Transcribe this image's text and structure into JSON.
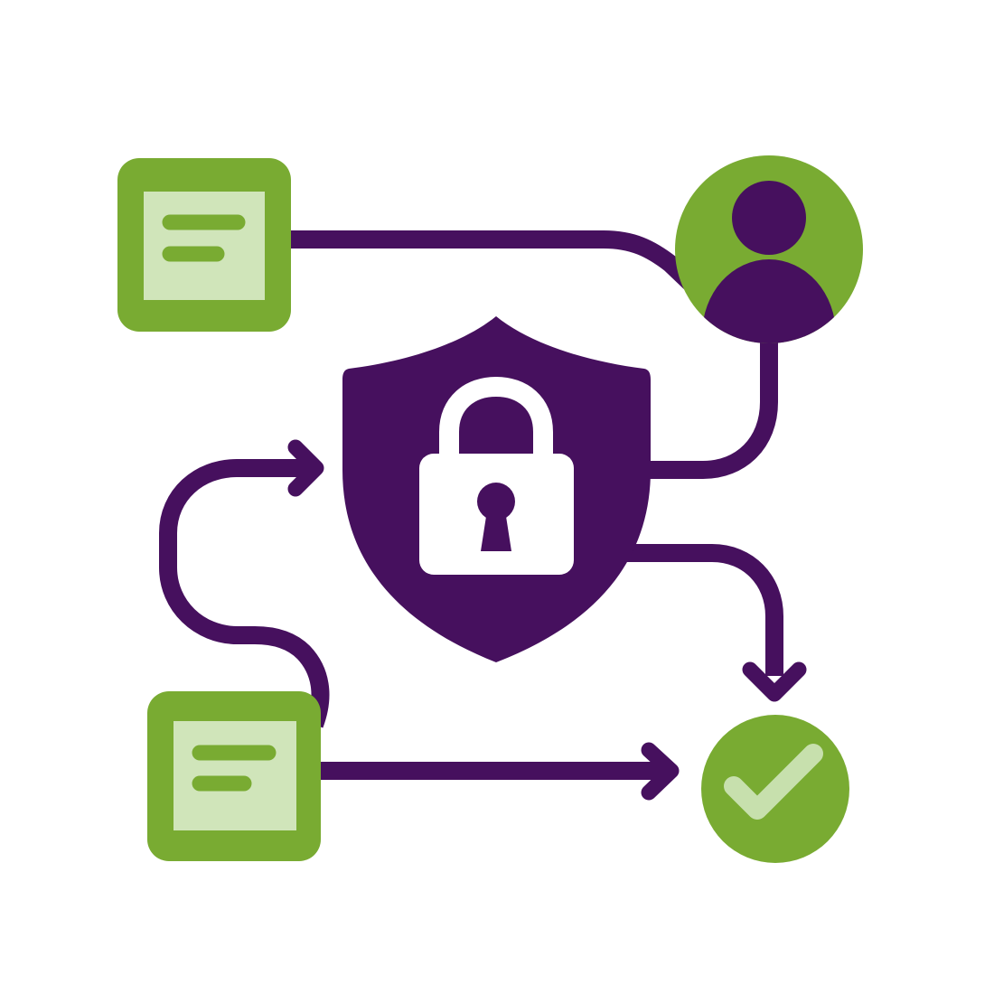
{
  "colors": {
    "purple": "#46105e",
    "green": "#79ab32",
    "light_green": "#d0e5ba",
    "check_green": "#c7e0ad",
    "white": "#ffffff",
    "background": "#ffffff"
  },
  "nodes": {
    "document_top": {
      "icon": "document-icon",
      "lines": 2
    },
    "document_bottom": {
      "icon": "document-icon",
      "lines": 2
    },
    "user": {
      "icon": "user-icon"
    },
    "shield": {
      "icon": "shield-lock-icon"
    },
    "approved": {
      "icon": "checkmark-icon"
    }
  },
  "connectors": [
    {
      "from": "document_top",
      "to": "user",
      "arrowhead": false
    },
    {
      "from": "user",
      "to": "shield",
      "arrowhead": false
    },
    {
      "from": "shield",
      "to": "approved",
      "arrowhead": true
    },
    {
      "from": "document_bottom",
      "to": "shield",
      "arrowhead": true
    },
    {
      "from": "document_bottom",
      "to": "approved",
      "arrowhead": true
    }
  ]
}
